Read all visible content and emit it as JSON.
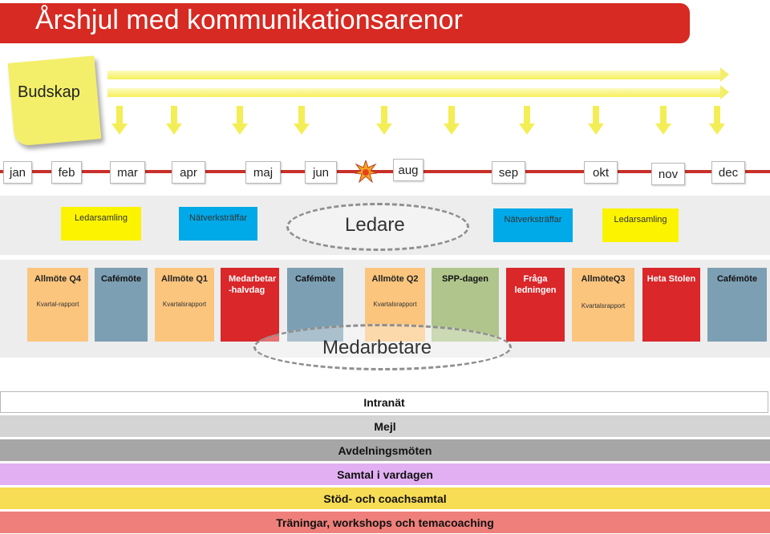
{
  "title": "Årshjul med kommunikationsarenor",
  "note": {
    "label": "Budskap"
  },
  "months": [
    "jan",
    "feb",
    "mar",
    "apr",
    "maj",
    "jun",
    "aug",
    "sep",
    "okt",
    "nov",
    "dec"
  ],
  "leaders": {
    "ellipse_label": "Ledare",
    "boxes": [
      "Ledarsamling",
      "Nätverksträffar",
      "Nätverksträffar",
      "Ledarsamling"
    ]
  },
  "employees": {
    "ellipse_label": "Medarbetare",
    "cards": [
      {
        "title": "Allmöte Q4",
        "sub": "Kvartal-rapport"
      },
      {
        "title": "Cafémöte",
        "sub": ""
      },
      {
        "title": "Allmöte Q1",
        "sub": "Kvartalsrapport"
      },
      {
        "title": "Medarbetar -halvdag",
        "sub": ""
      },
      {
        "title": "Cafémöte",
        "sub": ""
      },
      {
        "title": "Allmöte Q2",
        "sub": "Kvartalsrapport"
      },
      {
        "title": "SPP-dagen",
        "sub": ""
      },
      {
        "title": "Fråga ledningen",
        "sub": ""
      },
      {
        "title": "AllmöteQ3",
        "sub": "Kvartalsrapport"
      },
      {
        "title": "Heta Stolen",
        "sub": ""
      },
      {
        "title": "Cafémöte",
        "sub": ""
      }
    ]
  },
  "channels": [
    "Intranät",
    "Mejl",
    "Avdelningsmöten",
    "Samtal i vardagen",
    "Stöd- och coachsamtal",
    "Träningar, workshops och temacoaching"
  ],
  "colors": {
    "title_red": "#d62a22",
    "timeline_red": "#c8302a",
    "yellow": "#fbf300",
    "blue": "#00a9e7",
    "orange": "#fbc57e",
    "steel": "#7d9fb3",
    "red": "#d9272a",
    "green": "#b0c58c"
  }
}
